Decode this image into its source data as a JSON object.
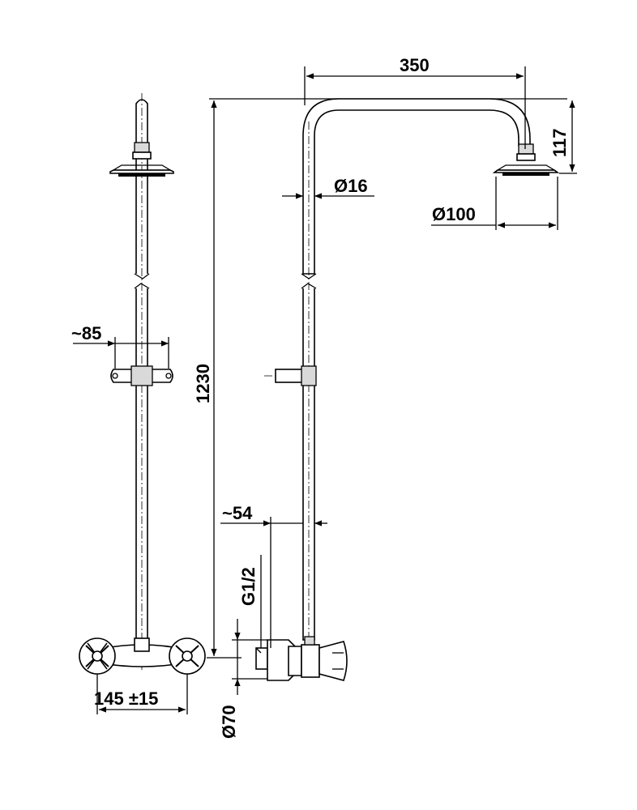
{
  "dimensions": {
    "arm_length": "350",
    "shower_head_drop": "117",
    "pipe_diameter": "Ø16",
    "shower_head_diameter": "Ø100",
    "bracket_width": "~85",
    "total_height": "1230",
    "bracket_offset": "~54",
    "thread": "G1/2",
    "mixer_spacing": "145 ±15",
    "rosette_diameter": "Ø70"
  }
}
